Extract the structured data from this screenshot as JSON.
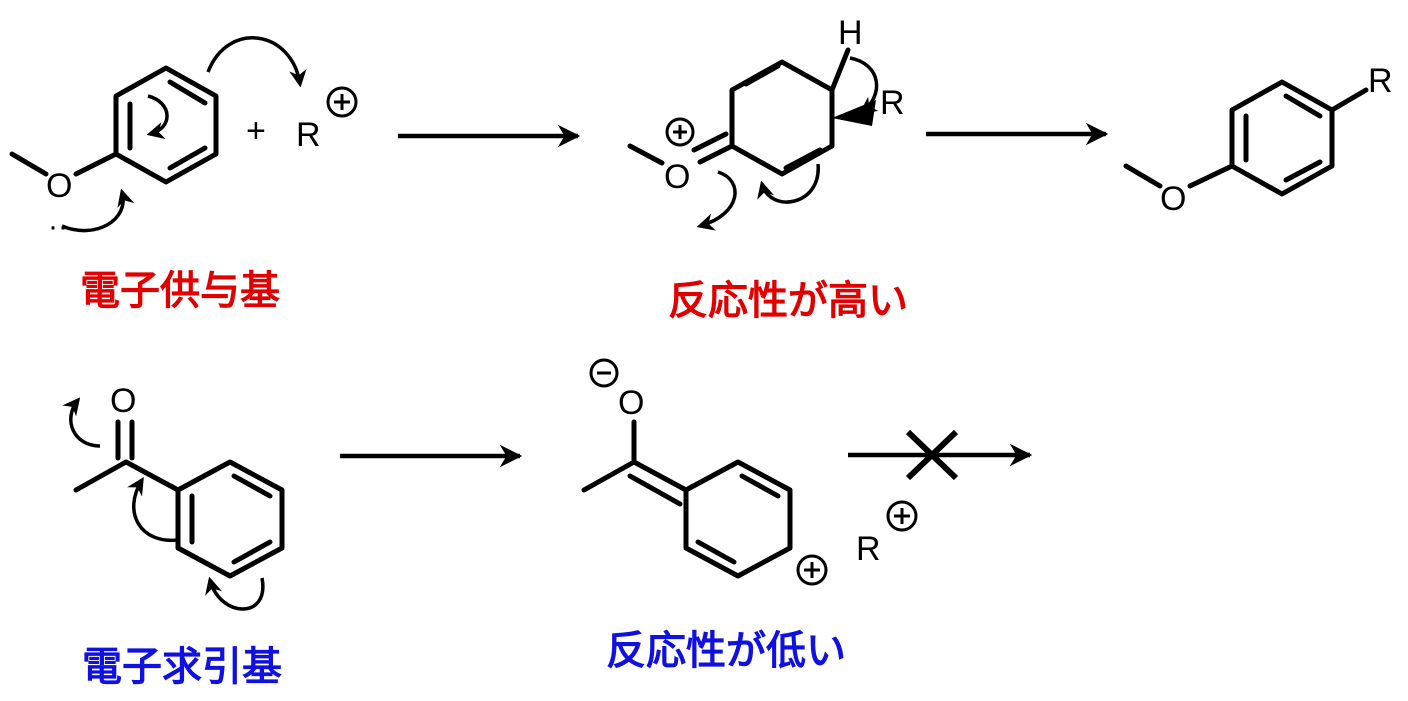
{
  "labels": {
    "donating_group": "電子供与基",
    "high_reactivity": "反応性が高い",
    "withdrawing_group": "電子求引基",
    "low_reactivity": "反応性が低い"
  },
  "atoms": {
    "oxygen": "O",
    "hydrogen": "H",
    "r_group": "R",
    "plus_sign": "+",
    "lone_pair": "··"
  },
  "colors": {
    "donating": "#e00000",
    "withdrawing": "#1010e0",
    "ink": "#000000"
  }
}
